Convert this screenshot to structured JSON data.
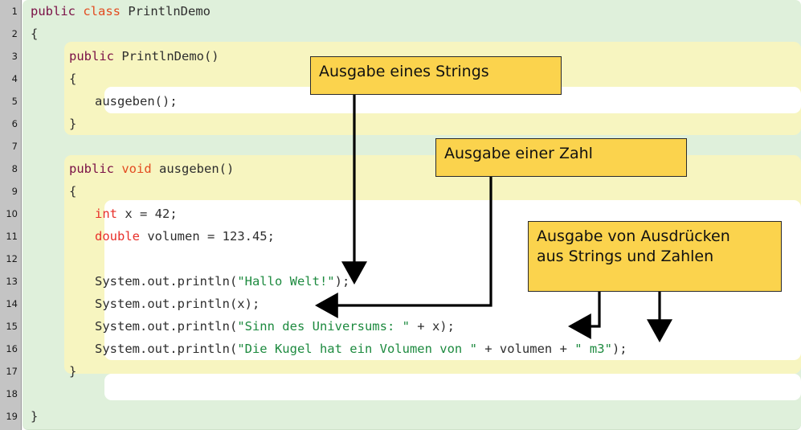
{
  "editor": {
    "language": "Java",
    "colors": {
      "gutter_bg": "#c4c4c4",
      "outer_block_bg": "#dff0db",
      "class_block_bg": "#f7f5c0",
      "method_block_bg": "#ffffff",
      "callout_bg": "#fbd34d",
      "keyword": "#7a1046",
      "keyword_class": "#e34b20",
      "primitive_type": "#e8302a",
      "string_literal": "#1d8a3f",
      "plain_text": "#2e2e2e"
    },
    "line_numbers": [
      "1",
      "2",
      "3",
      "4",
      "5",
      "6",
      "7",
      "8",
      "9",
      "10",
      "11",
      "12",
      "13",
      "14",
      "15",
      "16",
      "17",
      "18",
      "19"
    ],
    "lines": [
      {
        "n": "1",
        "indent": 0,
        "segments": [
          {
            "t": "public ",
            "c": "kw"
          },
          {
            "t": "class ",
            "c": "kw2"
          },
          {
            "t": "PrintlnDemo",
            "c": "plain"
          }
        ]
      },
      {
        "n": "2",
        "indent": 0,
        "segments": [
          {
            "t": "{",
            "c": "plain"
          }
        ]
      },
      {
        "n": "3",
        "indent": 1,
        "segments": [
          {
            "t": "public ",
            "c": "kw"
          },
          {
            "t": "PrintlnDemo()",
            "c": "plain"
          }
        ]
      },
      {
        "n": "4",
        "indent": 1,
        "segments": [
          {
            "t": "{",
            "c": "plain"
          }
        ]
      },
      {
        "n": "5",
        "indent": 2,
        "segments": [
          {
            "t": "ausgeben();",
            "c": "plain"
          }
        ]
      },
      {
        "n": "6",
        "indent": 1,
        "segments": [
          {
            "t": "}",
            "c": "plain"
          }
        ]
      },
      {
        "n": "7",
        "indent": 2,
        "segments": [
          {
            "t": "",
            "c": "plain"
          }
        ]
      },
      {
        "n": "8",
        "indent": 1,
        "segments": [
          {
            "t": "public ",
            "c": "kw"
          },
          {
            "t": "void ",
            "c": "kw2"
          },
          {
            "t": "ausgeben()",
            "c": "plain"
          }
        ]
      },
      {
        "n": "9",
        "indent": 1,
        "segments": [
          {
            "t": "{",
            "c": "plain"
          }
        ]
      },
      {
        "n": "10",
        "indent": 2,
        "segments": [
          {
            "t": "int",
            "c": "type"
          },
          {
            "t": " x = 42;",
            "c": "plain"
          }
        ]
      },
      {
        "n": "11",
        "indent": 2,
        "segments": [
          {
            "t": "double",
            "c": "type"
          },
          {
            "t": " volumen = 123.45;",
            "c": "plain"
          }
        ]
      },
      {
        "n": "12",
        "indent": 2,
        "segments": [
          {
            "t": "",
            "c": "plain"
          }
        ]
      },
      {
        "n": "13",
        "indent": 2,
        "segments": [
          {
            "t": "System.out.println(",
            "c": "plain"
          },
          {
            "t": "\"Hallo Welt!\"",
            "c": "str"
          },
          {
            "t": ");",
            "c": "plain"
          }
        ]
      },
      {
        "n": "14",
        "indent": 2,
        "segments": [
          {
            "t": "System.out.println(x);",
            "c": "plain"
          }
        ]
      },
      {
        "n": "15",
        "indent": 2,
        "segments": [
          {
            "t": "System.out.println(",
            "c": "plain"
          },
          {
            "t": "\"Sinn des Universums: \"",
            "c": "str"
          },
          {
            "t": " + x);",
            "c": "plain"
          }
        ]
      },
      {
        "n": "16",
        "indent": 2,
        "segments": [
          {
            "t": "System.out.println(",
            "c": "plain"
          },
          {
            "t": "\"Die Kugel hat ein Volumen von \"",
            "c": "str"
          },
          {
            "t": " + volumen + ",
            "c": "plain"
          },
          {
            "t": "\" m3\"",
            "c": "str"
          },
          {
            "t": ");",
            "c": "plain"
          }
        ]
      },
      {
        "n": "17",
        "indent": 1,
        "segments": [
          {
            "t": "}",
            "c": "plain"
          }
        ]
      },
      {
        "n": "18",
        "indent": 2,
        "segments": [
          {
            "t": "",
            "c": "plain"
          }
        ]
      },
      {
        "n": "19",
        "indent": 0,
        "segments": [
          {
            "t": "}",
            "c": "plain"
          }
        ]
      }
    ]
  },
  "annotations": {
    "callout_1": {
      "text": "Ausgabe eines Strings",
      "target_line": "13"
    },
    "callout_2": {
      "text": "Ausgabe einer Zahl",
      "target_line": "14"
    },
    "callout_3": {
      "line1": "Ausgabe von Ausdrücken",
      "line2": "aus Strings und Zahlen",
      "target_lines": "15, 16"
    }
  }
}
